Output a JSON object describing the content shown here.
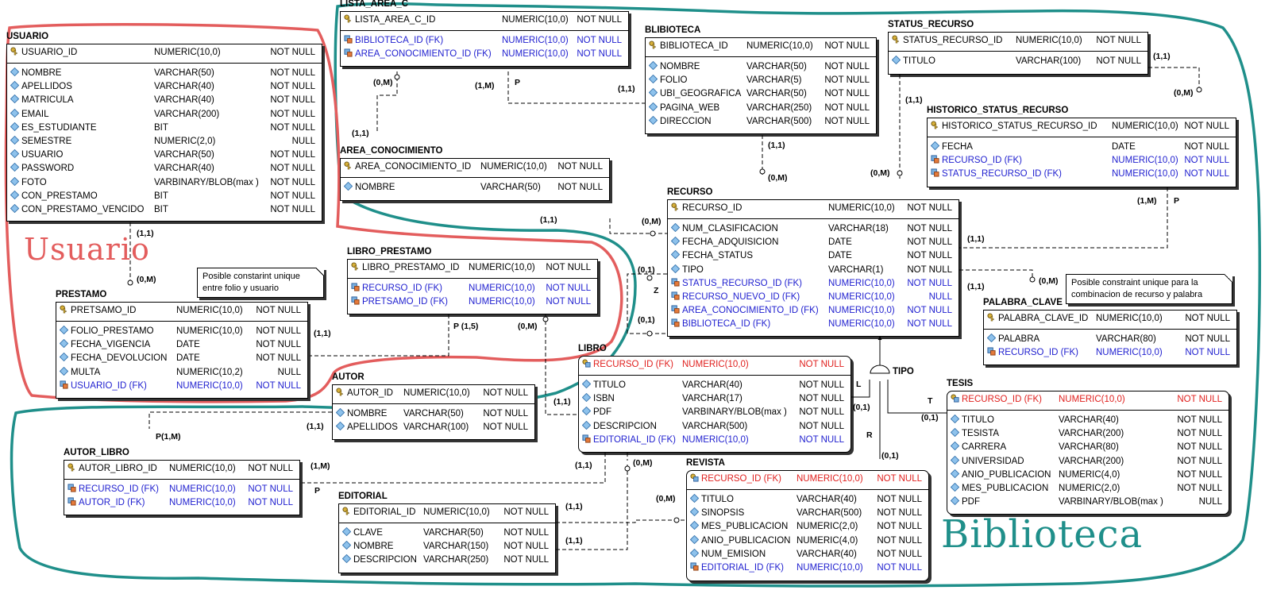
{
  "regions": {
    "usuario_label": "Usuario",
    "biblioteca_label": "Biblioteca",
    "usuario_color": "#e35d5d",
    "biblioteca_color": "#1f8f8a"
  },
  "entities": {
    "usuario": {
      "name": "USUARIO",
      "pk": [
        {
          "field": "USUARIO_ID",
          "type": "NUMERIC(10,0)",
          "null": "NOT NULL"
        }
      ],
      "cols": [
        {
          "field": "NOMBRE",
          "type": "VARCHAR(50)",
          "null": "NOT NULL"
        },
        {
          "field": "APELLIDOS",
          "type": "VARCHAR(40)",
          "null": "NOT NULL"
        },
        {
          "field": "MATRICULA",
          "type": "VARCHAR(40)",
          "null": "NOT NULL"
        },
        {
          "field": "EMAIL",
          "type": "VARCHAR(200)",
          "null": "NOT NULL"
        },
        {
          "field": "ES_ESTUDIANTE",
          "type": "BIT",
          "null": "NOT NULL"
        },
        {
          "field": "SEMESTRE",
          "type": "NUMERIC(2,0)",
          "null": "NULL"
        },
        {
          "field": "USUARIO",
          "type": "VARCHAR(50)",
          "null": "NOT NULL"
        },
        {
          "field": "PASSWORD",
          "type": "VARCHAR(40)",
          "null": "NOT NULL"
        },
        {
          "field": "FOTO",
          "type": "VARBINARY/BLOB(max )",
          "null": "NOT NULL"
        },
        {
          "field": "CON_PRESTAMO",
          "type": "BIT",
          "null": "NOT NULL"
        },
        {
          "field": "CON_PRESTAMO_VENCIDO",
          "type": "BIT",
          "null": "NOT NULL"
        }
      ]
    },
    "lista_area_c": {
      "name": "LISTA_AREA_C",
      "pk": [
        {
          "field": "LISTA_AREA_C_ID",
          "type": "NUMERIC(10,0)",
          "null": "NOT NULL"
        }
      ],
      "cols": [
        {
          "field": "BIBLIOTECA_ID (FK)",
          "type": "NUMERIC(10,0)",
          "null": "NOT NULL",
          "fk": true
        },
        {
          "field": "AREA_CONOCIMIENTO_ID (FK)",
          "type": "NUMERIC(10,0)",
          "null": "NOT NULL",
          "fk": true
        }
      ]
    },
    "blibioteca": {
      "name": "BLIBIOTECA",
      "pk": [
        {
          "field": "BIBLIOTECA_ID",
          "type": "NUMERIC(10,0)",
          "null": "NOT NULL"
        }
      ],
      "cols": [
        {
          "field": "NOMBRE",
          "type": "VARCHAR(50)",
          "null": "NOT NULL"
        },
        {
          "field": "FOLIO",
          "type": "VARCHAR(5)",
          "null": "NOT NULL"
        },
        {
          "field": "UBI_GEOGRAFICA",
          "type": "VARCHAR(50)",
          "null": "NOT NULL"
        },
        {
          "field": "PAGINA_WEB",
          "type": "VARCHAR(250)",
          "null": "NOT NULL"
        },
        {
          "field": "DIRECCION",
          "type": "VARCHAR(500)",
          "null": "NOT NULL"
        }
      ]
    },
    "status_recurso": {
      "name": "STATUS_RECURSO",
      "pk": [
        {
          "field": "STATUS_RECURSO_ID",
          "type": "NUMERIC(10,0)",
          "null": "NOT NULL"
        }
      ],
      "cols": [
        {
          "field": "TITULO",
          "type": "VARCHAR(100)",
          "null": "NOT NULL"
        }
      ]
    },
    "historico": {
      "name": "HISTORICO_STATUS_RECURSO",
      "pk": [
        {
          "field": "HISTORICO_STATUS_RECURSO_ID",
          "type": "NUMERIC(10,0)",
          "null": "NOT NULL"
        }
      ],
      "cols": [
        {
          "field": "FECHA",
          "type": "DATE",
          "null": "NOT NULL"
        },
        {
          "field": "RECURSO_ID (FK)",
          "type": "NUMERIC(10,0)",
          "null": "NOT NULL",
          "fk": true
        },
        {
          "field": "STATUS_RECURSO_ID (FK)",
          "type": "NUMERIC(10,0)",
          "null": "NOT NULL",
          "fk": true
        }
      ]
    },
    "area_conocimiento": {
      "name": "AREA_CONOCIMIENTO",
      "pk": [
        {
          "field": "AREA_CONOCIMIENTO_ID",
          "type": "NUMERIC(10,0)",
          "null": "NOT NULL"
        }
      ],
      "cols": [
        {
          "field": "NOMBRE",
          "type": "VARCHAR(50)",
          "null": "NOT NULL"
        }
      ]
    },
    "recurso": {
      "name": "RECURSO",
      "pk": [
        {
          "field": "RECURSO_ID",
          "type": "NUMERIC(10,0)",
          "null": "NOT NULL"
        }
      ],
      "cols": [
        {
          "field": "NUM_CLASIFICACION",
          "type": "VARCHAR(18)",
          "null": "NOT NULL"
        },
        {
          "field": "FECHA_ADQUISICION",
          "type": "DATE",
          "null": "NOT NULL"
        },
        {
          "field": "FECHA_STATUS",
          "type": "DATE",
          "null": "NOT NULL"
        },
        {
          "field": "TIPO",
          "type": "VARCHAR(1)",
          "null": "NOT NULL"
        },
        {
          "field": "STATUS_RECURSO_ID (FK)",
          "type": "NUMERIC(10,0)",
          "null": "NOT NULL",
          "fk": true
        },
        {
          "field": "RECURSO_NUEVO_ID (FK)",
          "type": "NUMERIC(10,0)",
          "null": "NULL",
          "fk": true
        },
        {
          "field": "AREA_CONOCIMIENTO_ID (FK)",
          "type": "NUMERIC(10,0)",
          "null": "NOT NULL",
          "fk": true
        },
        {
          "field": "BIBLIOTECA_ID (FK)",
          "type": "NUMERIC(10,0)",
          "null": "NOT NULL",
          "fk": true
        }
      ]
    },
    "libro_prestamo": {
      "name": "LIBRO_PRESTAMO",
      "pk": [
        {
          "field": "LIBRO_PRESTAMO_ID",
          "type": "NUMERIC(10,0)",
          "null": "NOT NULL"
        }
      ],
      "cols": [
        {
          "field": "RECURSO_ID (FK)",
          "type": "NUMERIC(10,0)",
          "null": "NOT NULL",
          "fk": true
        },
        {
          "field": "PRETSAMO_ID (FK)",
          "type": "NUMERIC(10,0)",
          "null": "NOT NULL",
          "fk": true
        }
      ]
    },
    "prestamo": {
      "name": "PRESTAMO",
      "pk": [
        {
          "field": "PRETSAMO_ID",
          "type": "NUMERIC(10,0)",
          "null": "NOT NULL"
        }
      ],
      "cols": [
        {
          "field": "FOLIO_PRESTAMO",
          "type": "NUMERIC(10,0)",
          "null": "NOT NULL"
        },
        {
          "field": "FECHA_VIGENCIA",
          "type": "DATE",
          "null": "NOT NULL"
        },
        {
          "field": "FECHA_DEVOLUCION",
          "type": "DATE",
          "null": "NOT NULL"
        },
        {
          "field": "MULTA",
          "type": "NUMERIC(10,2)",
          "null": "NULL"
        },
        {
          "field": "USUARIO_ID (FK)",
          "type": "NUMERIC(10,0)",
          "null": "NOT NULL",
          "fk": true
        }
      ]
    },
    "palabra_clave": {
      "name": "PALABRA_CLAVE",
      "pk": [
        {
          "field": "PALABRA_CLAVE_ID",
          "type": "NUMERIC(10,0)",
          "null": "NOT NULL"
        }
      ],
      "cols": [
        {
          "field": "PALABRA",
          "type": "VARCHAR(80)",
          "null": "NOT NULL"
        },
        {
          "field": "RECURSO_ID (FK)",
          "type": "NUMERIC(10,0)",
          "null": "NOT NULL",
          "fk": true
        }
      ]
    },
    "libro": {
      "name": "LIBRO",
      "pk": [
        {
          "field": "RECURSO_ID (FK)",
          "type": "NUMERIC(10,0)",
          "null": "NOT NULL",
          "pkfk": true
        }
      ],
      "cols": [
        {
          "field": "TITULO",
          "type": "VARCHAR(40)",
          "null": "NOT NULL"
        },
        {
          "field": "ISBN",
          "type": "VARCHAR(17)",
          "null": "NOT NULL"
        },
        {
          "field": "PDF",
          "type": "VARBINARY/BLOB(max )",
          "null": "NOT NULL"
        },
        {
          "field": "DESCRIPCION",
          "type": "VARCHAR(500)",
          "null": "NOT NULL"
        },
        {
          "field": "EDITORIAL_ID (FK)",
          "type": "NUMERIC(10,0)",
          "null": "NOT NULL",
          "fk": true
        }
      ]
    },
    "autor": {
      "name": "AUTOR",
      "pk": [
        {
          "field": "AUTOR_ID",
          "type": "NUMERIC(10,0)",
          "null": "NOT NULL"
        }
      ],
      "cols": [
        {
          "field": "NOMBRE",
          "type": "VARCHAR(50)",
          "null": "NOT NULL"
        },
        {
          "field": "APELLIDOS",
          "type": "VARCHAR(100)",
          "null": "NOT NULL"
        }
      ]
    },
    "tesis": {
      "name": "TESIS",
      "pk": [
        {
          "field": "RECURSO_ID (FK)",
          "type": "NUMERIC(10,0)",
          "null": "NOT NULL",
          "pkfk": true
        }
      ],
      "cols": [
        {
          "field": "TITULO",
          "type": "VARCHAR(40)",
          "null": "NOT NULL"
        },
        {
          "field": "TESISTA",
          "type": "VARCHAR(200)",
          "null": "NOT NULL"
        },
        {
          "field": "CARRERA",
          "type": "VARCHAR(80)",
          "null": "NOT NULL"
        },
        {
          "field": "UNIVERSIDAD",
          "type": "VARCHAR(200)",
          "null": "NOT NULL"
        },
        {
          "field": "ANIO_PUBLICACION",
          "type": "NUMERIC(4,0)",
          "null": "NOT NULL"
        },
        {
          "field": "MES_PUBLICACION",
          "type": "NUMERIC(2,0)",
          "null": "NOT NULL"
        },
        {
          "field": "PDF",
          "type": "VARBINARY/BLOB(max )",
          "null": "NULL"
        }
      ]
    },
    "autor_libro": {
      "name": "AUTOR_LIBRO",
      "pk": [
        {
          "field": "AUTOR_LIBRO_ID",
          "type": "NUMERIC(10,0)",
          "null": "NOT NULL"
        }
      ],
      "cols": [
        {
          "field": "RECURSO_ID (FK)",
          "type": "NUMERIC(10,0)",
          "null": "NOT NULL",
          "fk": true
        },
        {
          "field": "AUTOR_ID (FK)",
          "type": "NUMERIC(10,0)",
          "null": "NOT NULL",
          "fk": true
        }
      ]
    },
    "revista": {
      "name": "REVISTA",
      "pk": [
        {
          "field": "RECURSO_ID (FK)",
          "type": "NUMERIC(10,0)",
          "null": "NOT NULL",
          "pkfk": true
        }
      ],
      "cols": [
        {
          "field": "TITULO",
          "type": "VARCHAR(40)",
          "null": "NOT NULL"
        },
        {
          "field": "SINOPSIS",
          "type": "VARCHAR(500)",
          "null": "NOT NULL"
        },
        {
          "field": "MES_PUBLICACION",
          "type": "NUMERIC(2,0)",
          "null": "NOT NULL"
        },
        {
          "field": "ANIO_PUBLICACION",
          "type": "NUMERIC(4,0)",
          "null": "NOT NULL"
        },
        {
          "field": "NUM_EMISION",
          "type": "VARCHAR(40)",
          "null": "NOT NULL"
        },
        {
          "field": "EDITORIAL_ID (FK)",
          "type": "NUMERIC(10,0)",
          "null": "NOT NULL",
          "fk": true
        }
      ]
    },
    "editorial": {
      "name": "EDITORIAL",
      "pk": [
        {
          "field": "EDITORIAL_ID",
          "type": "NUMERIC(10,0)",
          "null": "NOT NULL"
        }
      ],
      "cols": [
        {
          "field": "CLAVE",
          "type": "VARCHAR(50)",
          "null": "NOT NULL"
        },
        {
          "field": "NOMBRE",
          "type": "VARCHAR(150)",
          "null": "NOT NULL"
        },
        {
          "field": "DESCRIPCION",
          "type": "VARCHAR(250)",
          "null": "NOT NULL"
        }
      ]
    }
  },
  "notes": {
    "prestamo_note": "Posible constarint unique entre folio y usuario",
    "palabra_note": "Posible constraint unique para la combinacion de recurso y palabra"
  },
  "labels": {
    "m0": "(0,M)",
    "m1": "(1,M)",
    "p": "P",
    "p15": "P (1,5)",
    "one": "(1,1)",
    "z01": "(0,1)",
    "z": "Z",
    "tipo": "TIPO",
    "l": "L",
    "t": "T",
    "r": "R",
    "p1m": "P(1,M)"
  }
}
